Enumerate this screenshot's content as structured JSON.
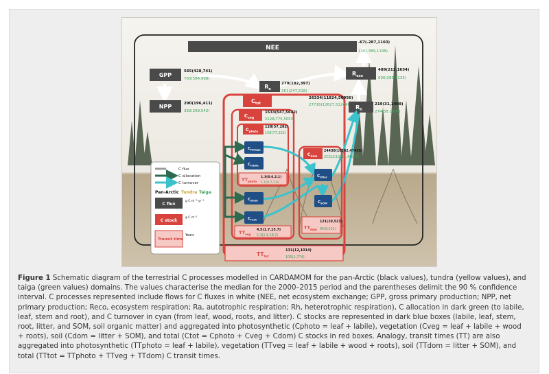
{
  "colors": {
    "flux_box": "#4a4a4a",
    "stock_red": "#d9433d",
    "stock_pink": "#f6c9c5",
    "pool_blue": "#1f4f86",
    "allocation_green": "#2d6a4f",
    "turnover_cyan": "#3cc2cc",
    "tundra_yellow": "#c9a227",
    "taiga_green": "#3aa35a"
  },
  "diagram": {
    "nodes": {
      "nee": "NEE",
      "gpp": "GPP",
      "npp": "NPP",
      "ra": "R",
      "ra_sub": "a",
      "reco": "R",
      "reco_sub": "eco",
      "rh": "R",
      "rh_sub": "h",
      "ctot": "C",
      "ctot_sub": "tot",
      "cveg": "C",
      "cveg_sub": "veg",
      "cphoto": "C",
      "cphoto_sub": "photo",
      "cfoliage": "C",
      "cfoliage_sub": "foliage",
      "clabile": "C",
      "clabile_sub": "labile",
      "cstem": "C",
      "cstem_sub": "stem",
      "croot": "C",
      "croot_sub": "root",
      "cdom": "C",
      "cdom_sub": "dom",
      "clitter": "C",
      "clitter_sub": "litter",
      "csom": "C",
      "csom_sub": "SOM",
      "ttphoto": "TT",
      "ttphoto_sub": "photo",
      "ttveg": "TT",
      "ttveg_sub": "veg",
      "ttdom": "TT",
      "ttdom_sub": "dom",
      "tttot": "TT",
      "tttot_sub": "tot"
    },
    "values": {
      "nee": [
        "-67(-287,1160)",
        "",
        "110(-389,1198)"
      ],
      "gpp": [
        "565(428,741)",
        "",
        "760(584,968)"
      ],
      "npp": [
        "290(196,411)",
        "",
        "392(269,542)"
      ],
      "ra": [
        "270(182,397)",
        "",
        "361(247,518)"
      ],
      "reco": [
        "489(213,1654)",
        "",
        "636(285,2135)"
      ],
      "rh": [
        "219(31,1408)",
        "",
        "274(38,1996)"
      ],
      "ctot": [
        "26334(11824,50956)",
        "",
        "27716(12627,51244)"
      ],
      "cveg": [
        "1533(547,5622)",
        "",
        "2126(775,5053)"
      ],
      "cphoto": [
        "128(57,282)",
        "",
        "158(77,322)"
      ],
      "cdom": [
        "24430(10262,47455)",
        "",
        "25322(10411,48507)"
      ],
      "ttphoto": [
        "1.3(0.6,2.1)",
        "1.1(0.7,1.6)"
      ],
      "ttveg": [
        "4.5(1.7,15.7)",
        "5.3(1.9,18.2)"
      ],
      "ttdom": [
        "121(10,523)",
        "94(9,531)"
      ],
      "tttot": [
        "131(12,1014)",
        "105(1,774)"
      ]
    },
    "legend": {
      "flux": "C flux",
      "allocation": "C allocation",
      "turnover": "C turnover",
      "domains": [
        "Pan-Arctic",
        "Tundra",
        "Taiga"
      ],
      "cflux_box": "C flux",
      "cflux_unit": "g C m⁻² yr⁻¹",
      "cstock_box": "C stock",
      "cstock_unit": "g C m⁻²",
      "transit_box": "Transit time",
      "transit_unit": "Years"
    }
  },
  "caption": {
    "label": "Figure 1",
    "text": "Schematic diagram of the terrestrial C processes modelled in CARDAMOM for the pan-Arctic (black values), tundra (yellow values), and taiga (green values) domains. The values characterise the median for the 2000–2015 period and the parentheses delimit the 90 % confidence interval. C processes represented include flows for C fluxes in white (NEE, net ecosystem exchange; GPP, gross primary production; NPP, net primary production; Reco, ecosystem respiration; Ra, autotrophic respiration; Rh, heterotrophic respiration), C allocation in dark green (to labile, leaf, stem and root), and C turnover in cyan (from leaf, wood, roots, and litter). C stocks are represented in dark blue boxes (labile, leaf, stem, root, litter, and SOM, soil organic matter) and aggregated into photosynthetic (Cphoto = leaf + labile), vegetation (Cveg = leaf + labile + wood + roots), soil (Cdom = litter + SOM), and total (Ctot = Cphoto + Cveg + Cdom) C stocks in red boxes. Analogy, transit times (TT) are also aggregated into photosynthetic (TTphoto = leaf + labile), vegetation (TTveg = leaf + labile + wood + roots), soil (TTdom = litter + SOM), and total (TTtot = TTphoto + TTveg + TTdom) C transit times."
  }
}
